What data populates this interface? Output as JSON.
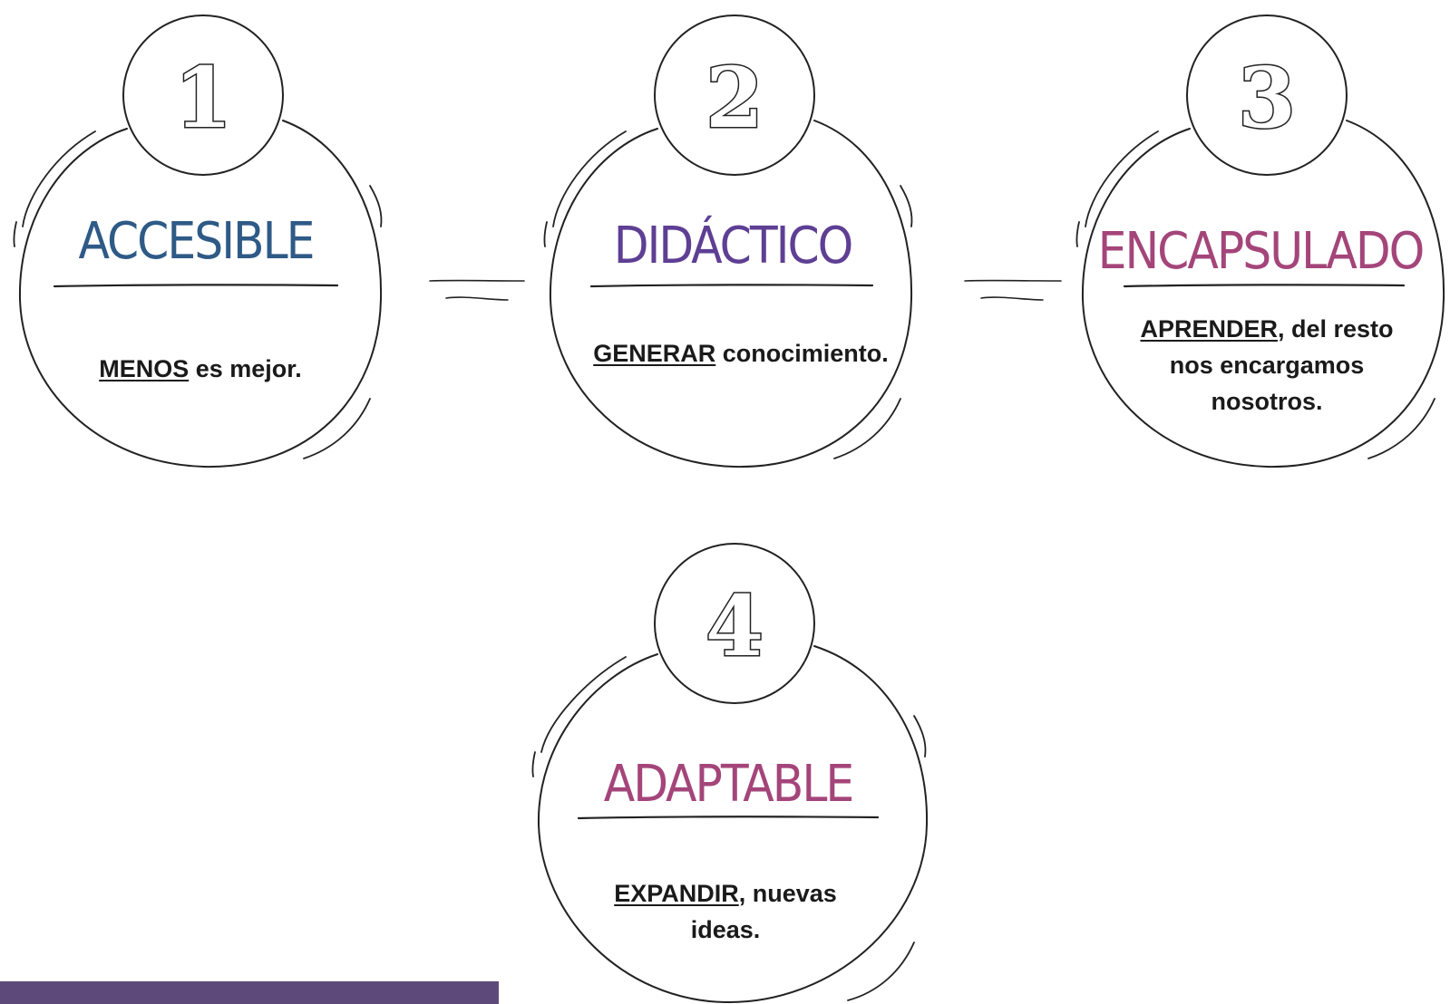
{
  "colors": {
    "accesible": "#2e5a86",
    "didactico": "#5e3f94",
    "encapsulado": "#a4457a",
    "adaptable": "#a4457a",
    "footer_bar": "#5e4a7a",
    "stroke": "#222222"
  },
  "cards": [
    {
      "number": "1",
      "title": "ACCESIBLE",
      "keyword": "MENOS",
      "rest": " es mejor."
    },
    {
      "number": "2",
      "title": "DIDÁCTICO",
      "keyword": "GENERAR",
      "rest": " conocimiento."
    },
    {
      "number": "3",
      "title": "ENCAPSULADO",
      "keyword": "APRENDER",
      "rest": ", del resto nos encargamos nosotros."
    },
    {
      "number": "4",
      "title": "ADAPTABLE",
      "keyword": "EXPANDIR",
      "rest": ", nuevas ideas."
    }
  ]
}
